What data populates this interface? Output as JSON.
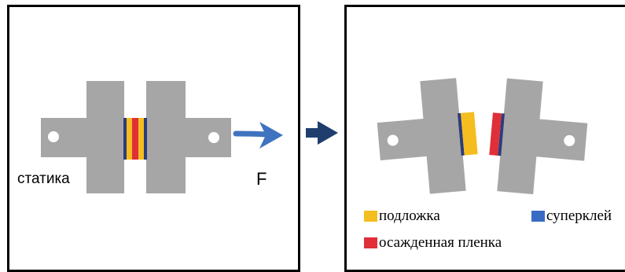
{
  "labels": {
    "static": "статика",
    "force": "F"
  },
  "legend": [
    {
      "label": "подложка",
      "color": "#f5bd1f"
    },
    {
      "label": "суперклей",
      "color": "#3a6bc4"
    },
    {
      "label": "осажденная пленка",
      "color": "#e02f39"
    }
  ],
  "colors": {
    "fixture": "#a6a6a6",
    "substrate": "#f5bd1f",
    "film": "#e02f39",
    "glue": "#2e3c7a",
    "arrow_light": "#3f73c0",
    "arrow_dark": "#1f3e6e"
  }
}
